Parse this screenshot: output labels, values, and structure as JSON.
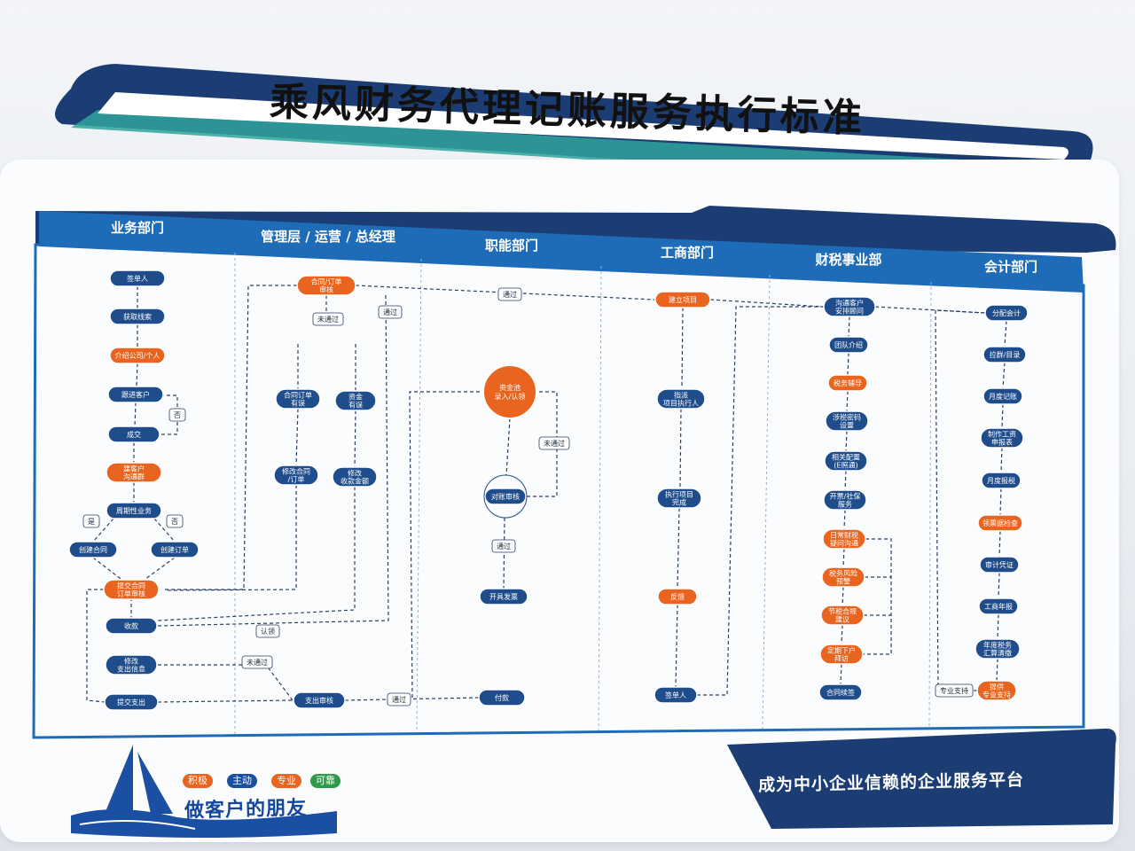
{
  "title": "乘风财务代理记账服务执行标准",
  "columns": [
    {
      "label": "业务部门"
    },
    {
      "label": "管理层 / 运营 / 总经理"
    },
    {
      "label": "职能部门"
    },
    {
      "label": "工商部门"
    },
    {
      "label": "财税事业部"
    },
    {
      "label": "会计部门"
    }
  ],
  "nodes": {
    "sign": "签单人",
    "acquire": "获取线索",
    "intro": "介绍公司/个人",
    "follow": "跟进客户",
    "deal": "成交",
    "group": "建客户\n沟通群",
    "cycle": "周期性业务",
    "contract_create": "创建合同",
    "order_create": "创建订单",
    "submit_contract": "提交合同\n订单审核",
    "receive": "收款",
    "modify_expense": "修改\n支出信息",
    "submit_expense": "提交支出",
    "review_contract": "合同/订单\n审核",
    "contract_modify": "合同订单\n有误",
    "fund_error": "资金\n有误",
    "fix_contract": "修改合同\n/订单",
    "fix_amount": "修改\n收款金额",
    "expense_review": "支出审核",
    "fund_pool": "资金池\n录入/认领",
    "reconcile": "对账审核",
    "invoice": "开具发票",
    "pay": "付款",
    "setup": "建立项目",
    "assign": "指派\n项目执行人",
    "done": "执行项目\n完成",
    "feedback": "反馈",
    "signer2": "签单人",
    "communicate": "沟通客户\n安排顾问",
    "team": "团队介绍",
    "tax_guide": "税务辅导",
    "tax_setup": "涉税密码\n设置",
    "config": "相关配置\n(E照通)",
    "invoice_social": "开票/社保\n服务",
    "daily": "日常财税\n疑问沟通",
    "risk": "税务风险\n预警",
    "plan": "节税合规\n建议",
    "doorstep": "定期下户\n拜访",
    "renew": "合同续签",
    "allocate": "分配会计",
    "contact_list": "拉群/目录",
    "monthly": "月度记账",
    "prepare": "制作工资\n申报表",
    "declare": "月度报税",
    "collect": "领票据检查",
    "audit": "审计凭证",
    "annual": "工商年报",
    "reconcile2": "年度税务\n汇算清缴",
    "support": "提供\n专业支持"
  },
  "tags": {
    "no1": "否",
    "yes": "是",
    "no2": "否",
    "fail1": "未通过",
    "pass1": "通过",
    "fail2": "未通过",
    "pass2": "通过",
    "claim": "认领",
    "fail3": "未通过",
    "pass3": "通过",
    "expert": "专业支持",
    "mid": "通过"
  },
  "footer": {
    "slogan": "成为中小企业信赖的企业服务平台",
    "motto": "做客户的朋友",
    "values": [
      "积极",
      "主动",
      "专业",
      "可靠"
    ]
  },
  "colors": {
    "navy": "#1f4d8c",
    "orange": "#e8641f",
    "header_blue": "#1e6bb8",
    "banner_dark": "#1b3d73",
    "line": "#2a3f66"
  }
}
